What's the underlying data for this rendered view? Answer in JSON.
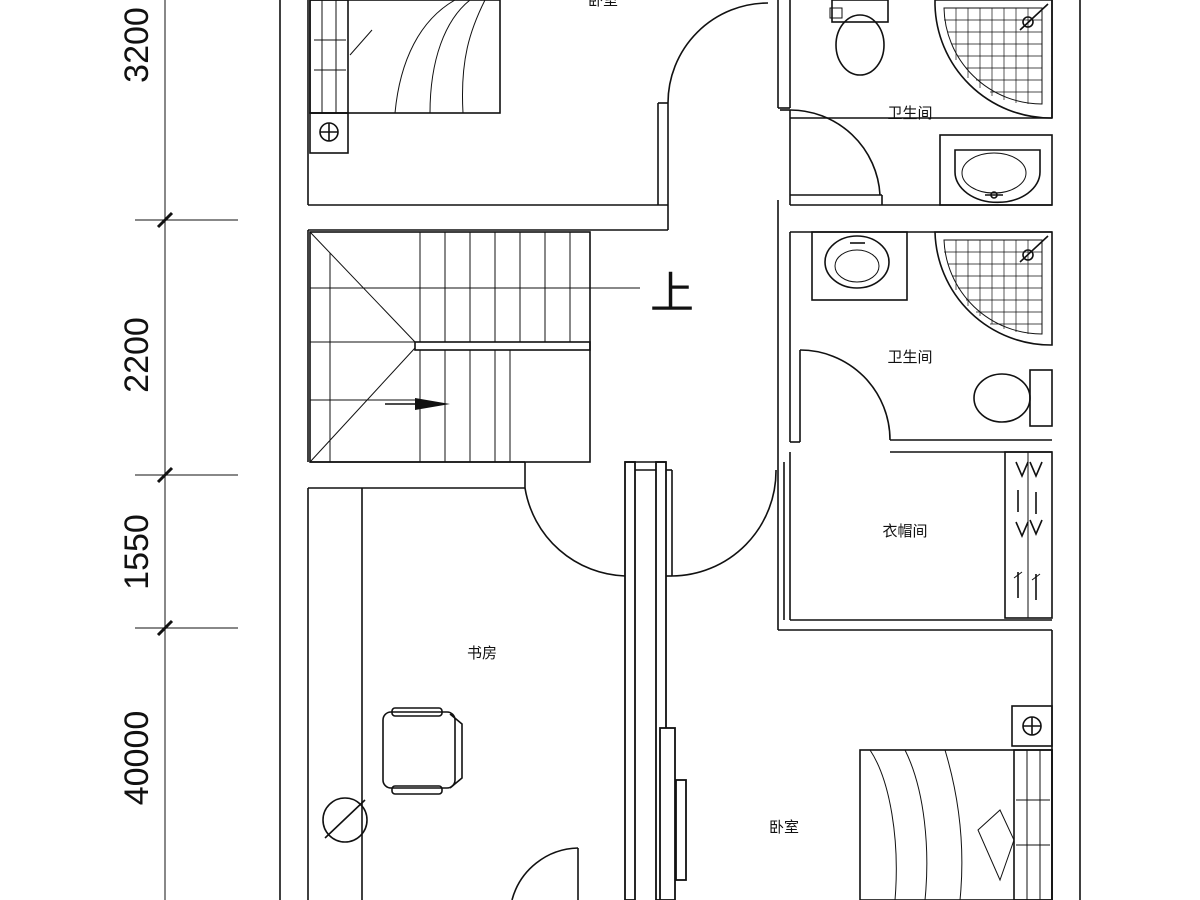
{
  "plan": {
    "rooms": {
      "bedroom_top": "卧室",
      "bathroom_top": "卫生间",
      "bathroom_mid": "卫生间",
      "cloakroom": "衣帽间",
      "study": "书房",
      "bedroom_bottom": "卧室"
    },
    "stair_direction": "上",
    "dimensions": [
      "3200",
      "2200",
      "1550",
      "40000"
    ]
  }
}
